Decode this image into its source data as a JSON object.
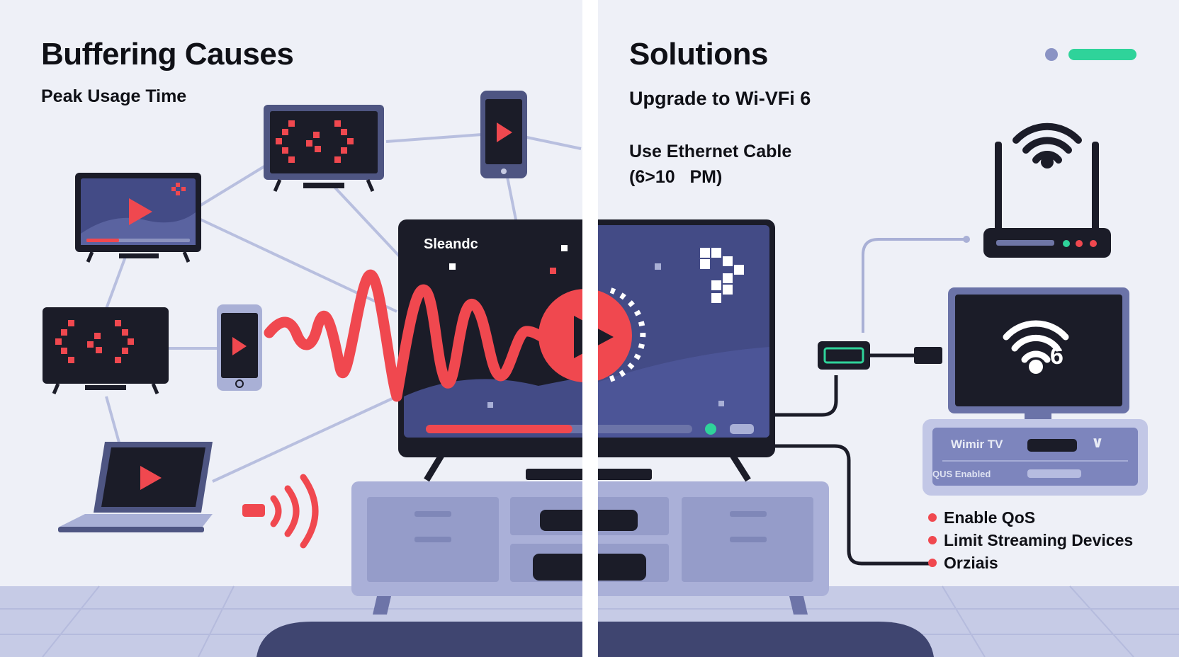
{
  "left_panel": {
    "title": "Buffering Causes",
    "subtitle": "Peak Usage Time"
  },
  "center_tv": {
    "screen_label": "Sleandc",
    "progress": 0.55
  },
  "right_panel": {
    "title": "Solutions",
    "tip_wifi": "Upgrade to Wi-VFi 6",
    "tip_ethernet_line1": "Use Ethernet Cable",
    "tip_ethernet_line2": "(6>10   PM)",
    "router_panel": {
      "row1_label": "Wimir TV",
      "row2_label": "QUS Enabled"
    },
    "bullets": [
      "Enable QoS",
      "Limit Streaming Devices",
      "Orziais"
    ]
  },
  "icons": {
    "wifi6_badge": "6"
  },
  "colors": {
    "accent_red": "#f0484f",
    "accent_green": "#2fd39a",
    "navy": "#1b1c28",
    "slate": "#a9b0d6",
    "screen_blue": "#434b86"
  }
}
